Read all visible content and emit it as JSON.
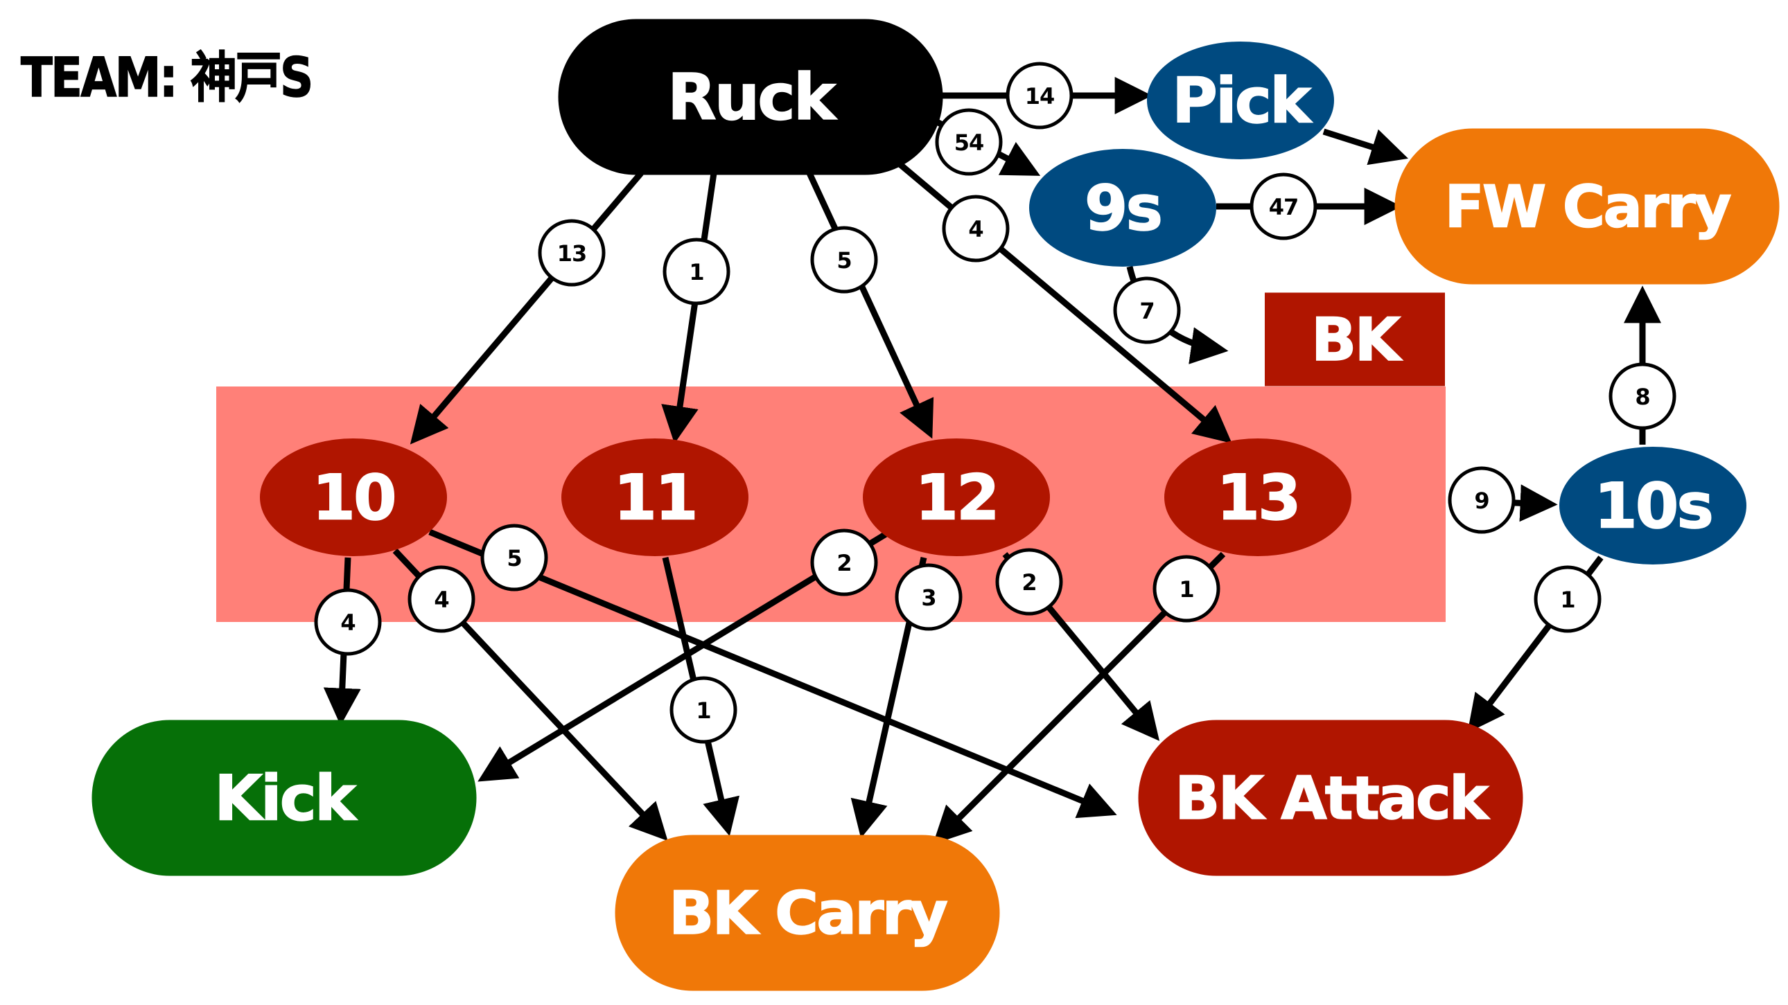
{
  "title": "TEAM: 神戸S",
  "colors": {
    "black": "#000000",
    "blue": "#004a80",
    "red": "#b01500",
    "orange": "#f07808",
    "green": "#067008",
    "highlight": "#ff8078"
  },
  "nodes": [
    {
      "id": "ruck",
      "label": "Ruck",
      "color": "black"
    },
    {
      "id": "pick",
      "label": "Pick",
      "color": "blue"
    },
    {
      "id": "nines",
      "label": "9s",
      "color": "blue"
    },
    {
      "id": "fwcarry",
      "label": "FW Carry",
      "color": "orange"
    },
    {
      "id": "bk",
      "label": "BK",
      "color": "red"
    },
    {
      "id": "n10",
      "label": "10",
      "color": "red"
    },
    {
      "id": "n11",
      "label": "11",
      "color": "red"
    },
    {
      "id": "n12",
      "label": "12",
      "color": "red"
    },
    {
      "id": "n13",
      "label": "13",
      "color": "red"
    },
    {
      "id": "tens",
      "label": "10s",
      "color": "blue"
    },
    {
      "id": "kick",
      "label": "Kick",
      "color": "green"
    },
    {
      "id": "bkcarry",
      "label": "BK Carry",
      "color": "orange"
    },
    {
      "id": "bkattack",
      "label": "BK Attack",
      "color": "red"
    }
  ],
  "edges": [
    {
      "from": "ruck",
      "to": "pick",
      "count": "14"
    },
    {
      "from": "ruck",
      "to": "nines",
      "count": "54"
    },
    {
      "from": "pick",
      "to": "fwcarry",
      "count": ""
    },
    {
      "from": "nines",
      "to": "fwcarry",
      "count": "47"
    },
    {
      "from": "nines",
      "to": "bk",
      "count": "7"
    },
    {
      "from": "ruck",
      "to": "n10",
      "count": "13"
    },
    {
      "from": "ruck",
      "to": "n11",
      "count": "1"
    },
    {
      "from": "ruck",
      "to": "n12",
      "count": "5"
    },
    {
      "from": "ruck",
      "to": "n13",
      "count": "4"
    },
    {
      "from": "group",
      "to": "tens",
      "count": "9"
    },
    {
      "from": "tens",
      "to": "fwcarry",
      "count": "8"
    },
    {
      "from": "tens",
      "to": "bkattack",
      "count": "1"
    },
    {
      "from": "n10",
      "to": "kick",
      "count": "4"
    },
    {
      "from": "n10",
      "to": "bkcarry",
      "count": "4"
    },
    {
      "from": "n10",
      "to": "bkattack",
      "count": "5"
    },
    {
      "from": "n11",
      "to": "bkcarry",
      "count": "1"
    },
    {
      "from": "n12",
      "to": "kick",
      "count": "2"
    },
    {
      "from": "n12",
      "to": "bkcarry",
      "count": "3"
    },
    {
      "from": "n12",
      "to": "bkattack",
      "count": "2"
    },
    {
      "from": "n13",
      "to": "bkcarry",
      "count": "1"
    }
  ]
}
